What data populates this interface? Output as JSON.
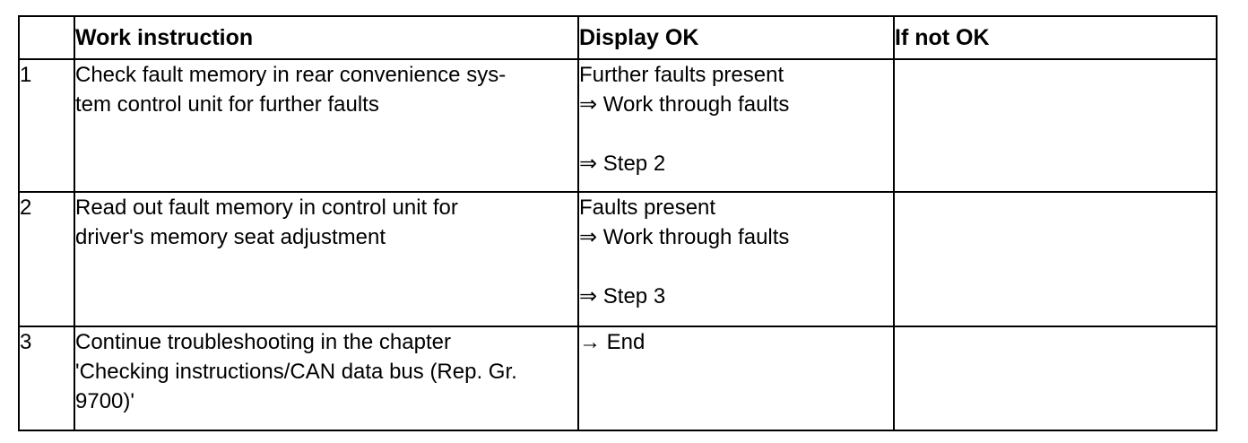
{
  "document": {
    "kind": "procedure-table",
    "background_color": "#ffffff",
    "text_color": "#000000",
    "border_color": "#000000"
  },
  "table": {
    "headers": {
      "number": "",
      "work_instruction": "Work instruction",
      "display_ok": "Display OK",
      "if_not_ok": "If not OK"
    },
    "rows": [
      {
        "number": "1",
        "instruction_lines": [
          "Check fault memory in rear convenience sys-",
          "tem control unit for further faults"
        ],
        "display_ok_lines": [
          "Further faults present",
          "⇒ Work through faults",
          "",
          "⇒ Step 2"
        ],
        "if_not_ok_lines": []
      },
      {
        "number": "2",
        "instruction_lines": [
          "Read out fault memory in control unit for",
          "driver's memory seat adjustment"
        ],
        "display_ok_lines": [
          "Faults present",
          "⇒ Work through faults",
          "",
          "⇒ Step 3"
        ],
        "if_not_ok_lines": []
      },
      {
        "number": "3",
        "instruction_lines": [
          "Continue troubleshooting in the chapter",
          "'Checking instructions/CAN data bus (Rep. Gr.",
          "9700)'"
        ],
        "display_ok_lines": [
          "→ End"
        ],
        "if_not_ok_lines": []
      }
    ]
  }
}
